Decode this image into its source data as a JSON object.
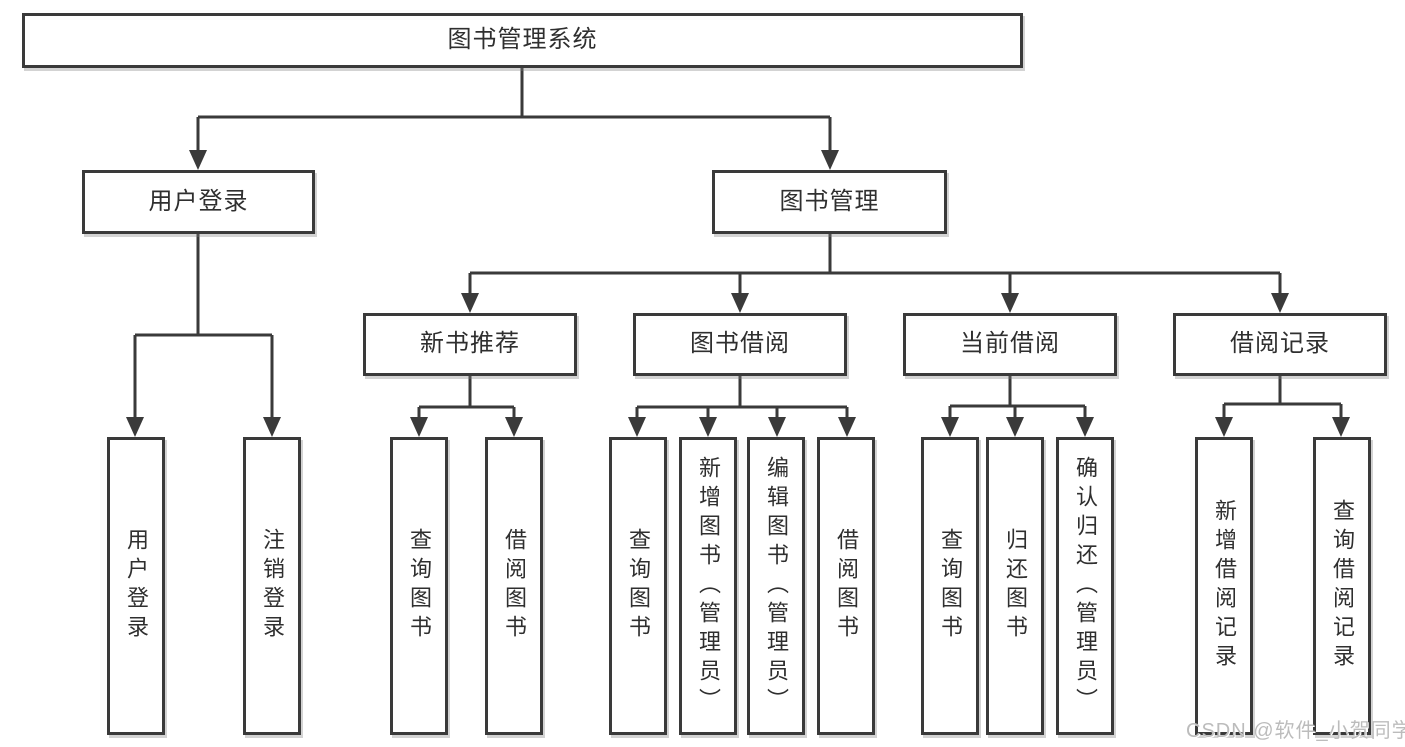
{
  "tree": {
    "label": "图书管理系统",
    "children": [
      {
        "label": "用户登录",
        "children": [
          {
            "label": "用户登录"
          },
          {
            "label": "注销登录"
          }
        ]
      },
      {
        "label": "图书管理",
        "children": [
          {
            "label": "新书推荐",
            "children": [
              {
                "label": "查询图书"
              },
              {
                "label": "借阅图书"
              }
            ]
          },
          {
            "label": "图书借阅",
            "children": [
              {
                "label": "查询图书"
              },
              {
                "label": "新增图书（管理员）"
              },
              {
                "label": "编辑图书（管理员）"
              },
              {
                "label": "借阅图书"
              }
            ]
          },
          {
            "label": "当前借阅",
            "children": [
              {
                "label": "查询图书"
              },
              {
                "label": "归还图书"
              },
              {
                "label": "确认归还（管理员）"
              }
            ]
          },
          {
            "label": "借阅记录",
            "children": [
              {
                "label": "新增借阅记录"
              },
              {
                "label": "查询借阅记录"
              }
            ]
          }
        ]
      }
    ]
  },
  "watermark": {
    "text": "CSDN @软件_小贺同学"
  },
  "colors": {
    "line": "#3a3a3a",
    "box_border": "#3a3a3a",
    "text": "#2f2f2f",
    "watermark": "#bcbcbc",
    "background": "#ffffff"
  }
}
